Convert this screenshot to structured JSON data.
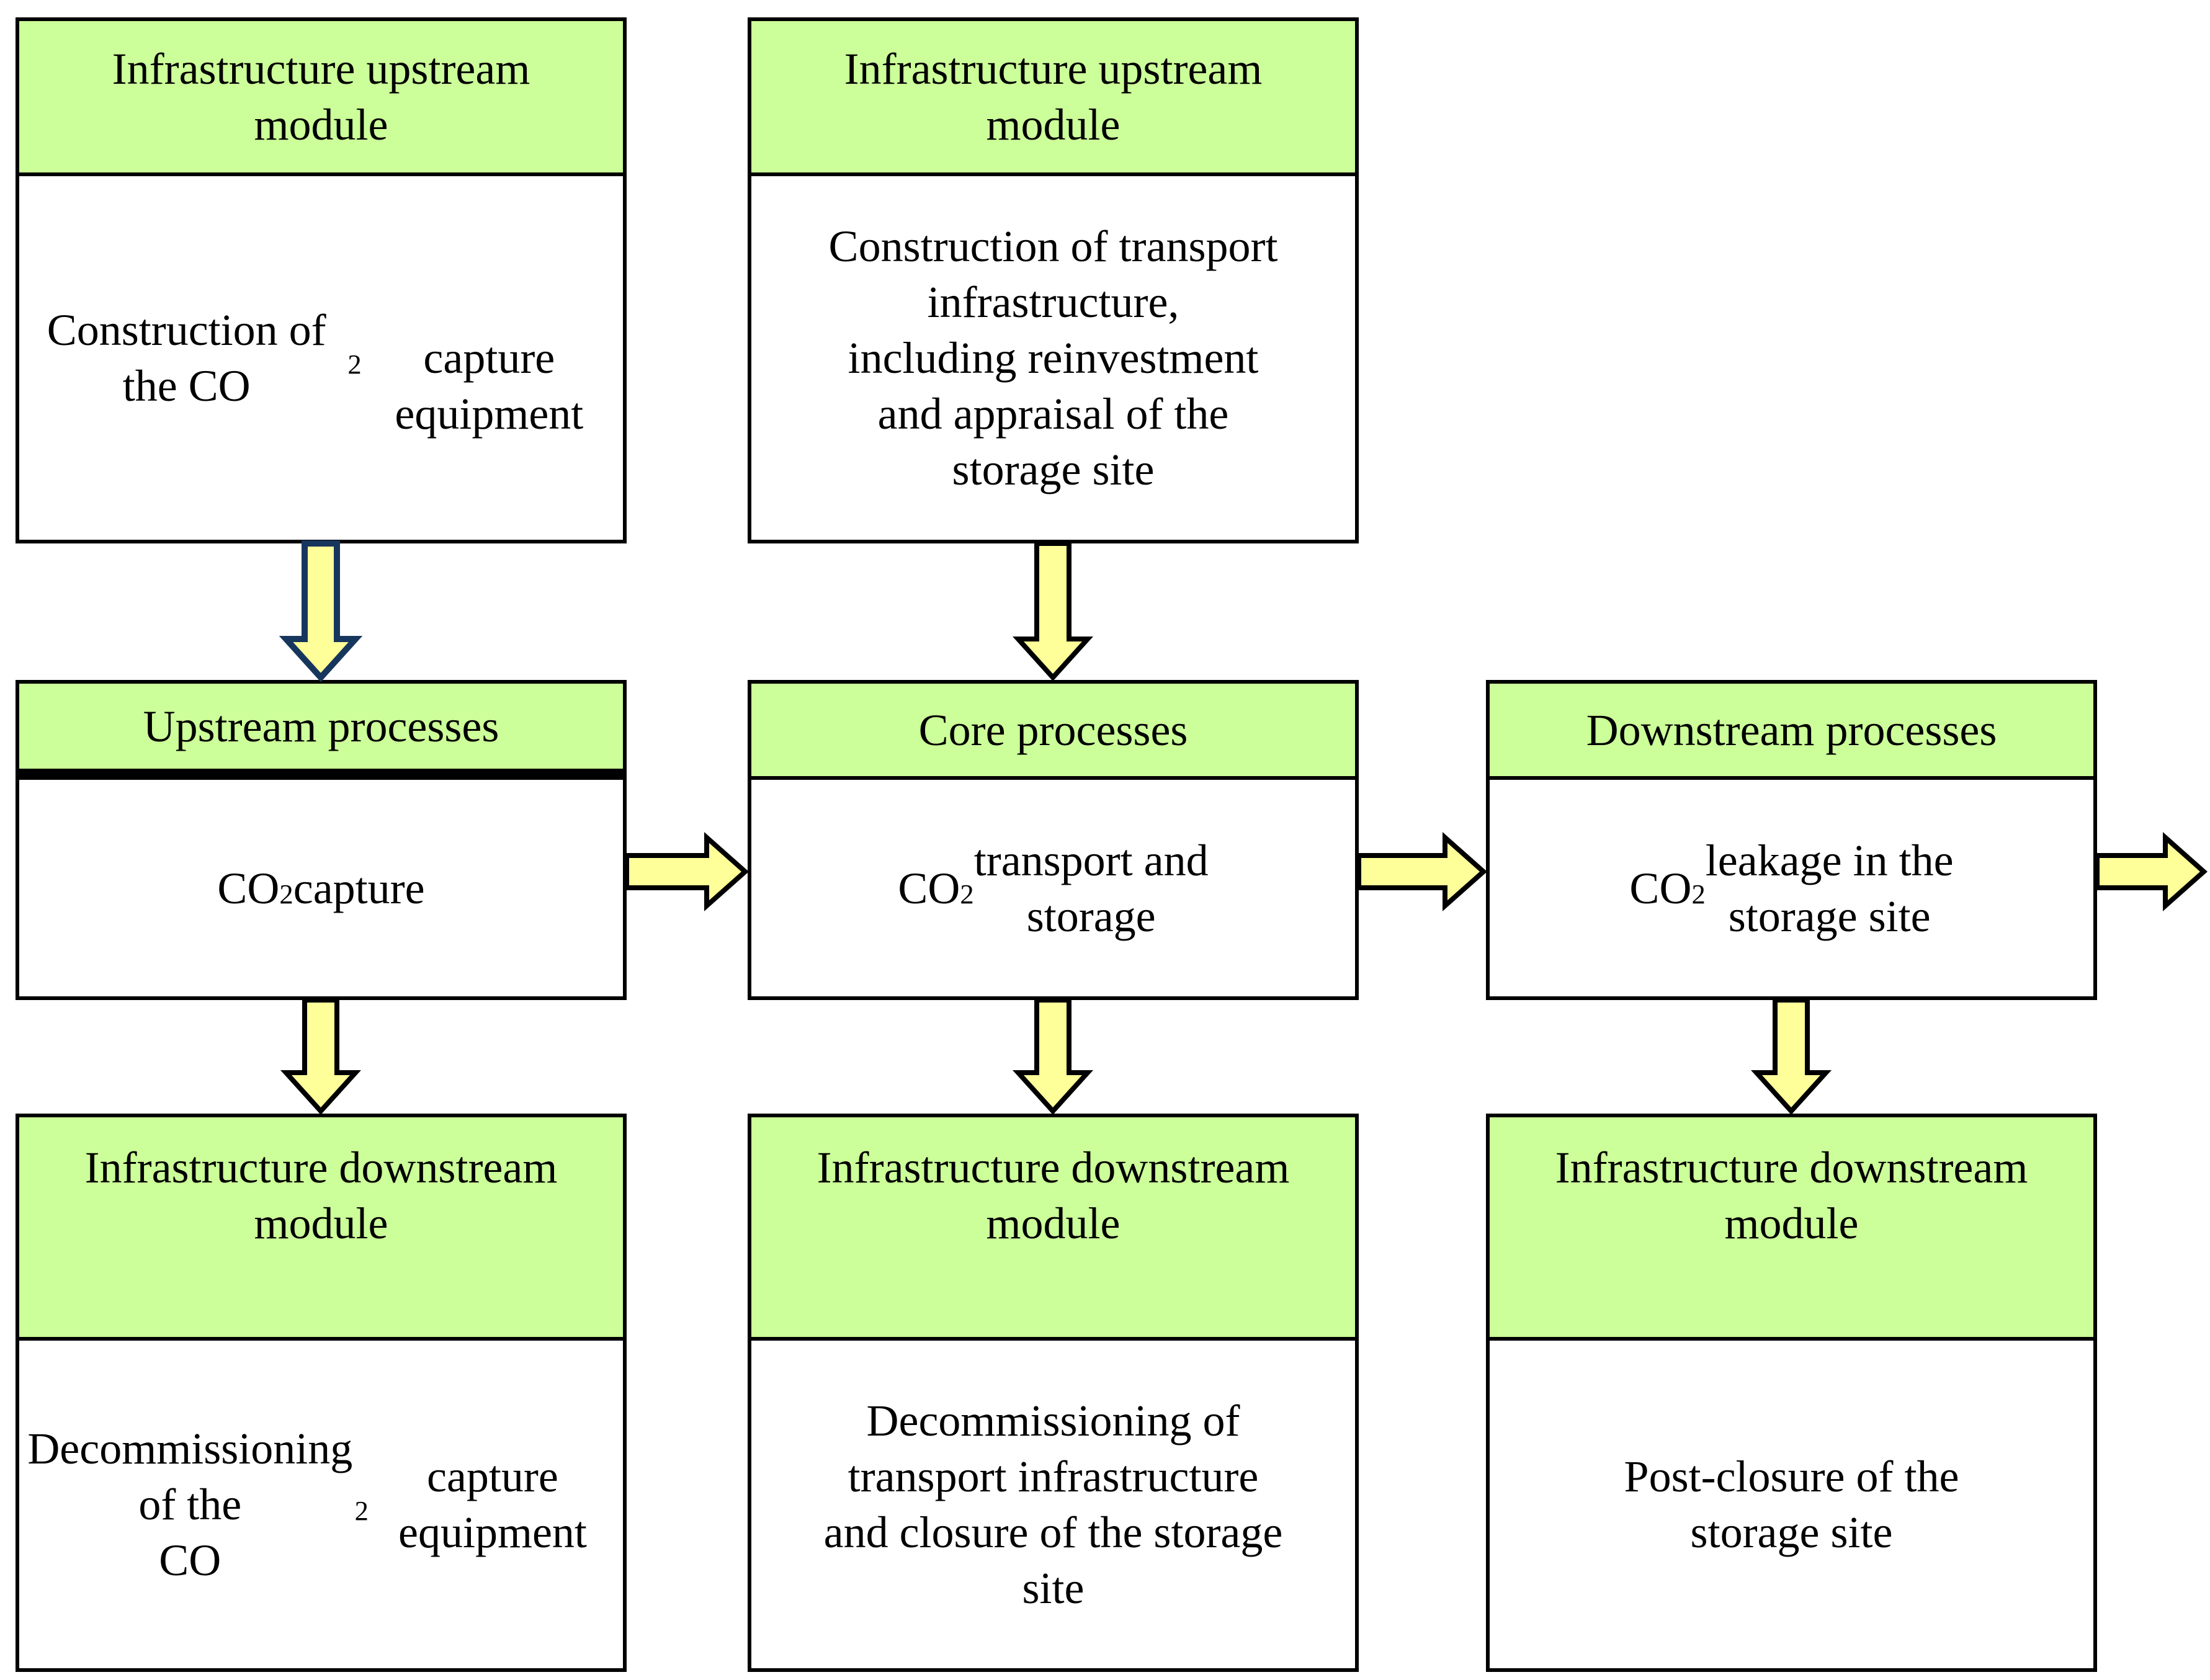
{
  "colors": {
    "header_green": "#ccff99",
    "arrow_fill": "#ffff99",
    "arrow_outline": "#000000",
    "arrow_outline_accent": "#17365d",
    "box_border": "#000000",
    "background": "#ffffff",
    "text": "#000000"
  },
  "boxes": {
    "top_left": {
      "header": "Infrastructure upstream\nmodule",
      "body": "Construction of the CO₂\ncapture equipment"
    },
    "top_center": {
      "header": "Infrastructure upstream\nmodule",
      "body": "Construction of transport\ninfrastructure,\nincluding reinvestment\nand appraisal of the\nstorage site"
    },
    "mid_left": {
      "header": "Upstream processes",
      "body": "CO₂ capture"
    },
    "mid_center": {
      "header": "Core processes",
      "body": "CO₂ transport and\nstorage"
    },
    "mid_right": {
      "header": "Downstream processes",
      "body": "CO₂ leakage in the\nstorage site"
    },
    "bottom_left": {
      "header": "Infrastructure downstream\nmodule",
      "body": "Decommissioning of the\nCO₂ capture equipment"
    },
    "bottom_center": {
      "header": "Infrastructure downstream\nmodule",
      "body": "Decommissioning of\ntransport infrastructure\nand closure of the storage\nsite"
    },
    "bottom_right": {
      "header": "Infrastructure downstream\nmodule",
      "body": "Post-closure of the\nstorage site"
    }
  },
  "arrows": [
    {
      "from": "top_left",
      "to": "mid_left",
      "direction": "down",
      "outline": "dark-blue"
    },
    {
      "from": "top_center",
      "to": "mid_center",
      "direction": "down",
      "outline": "black"
    },
    {
      "from": "mid_left",
      "to": "mid_center",
      "direction": "right",
      "outline": "black"
    },
    {
      "from": "mid_center",
      "to": "mid_right",
      "direction": "right",
      "outline": "black"
    },
    {
      "from": "mid_right",
      "to": "outside-right",
      "direction": "right",
      "outline": "black"
    },
    {
      "from": "mid_left",
      "to": "bottom_left",
      "direction": "down",
      "outline": "black"
    },
    {
      "from": "mid_center",
      "to": "bottom_center",
      "direction": "down",
      "outline": "black"
    },
    {
      "from": "mid_right",
      "to": "bottom_right",
      "direction": "down",
      "outline": "black"
    }
  ]
}
